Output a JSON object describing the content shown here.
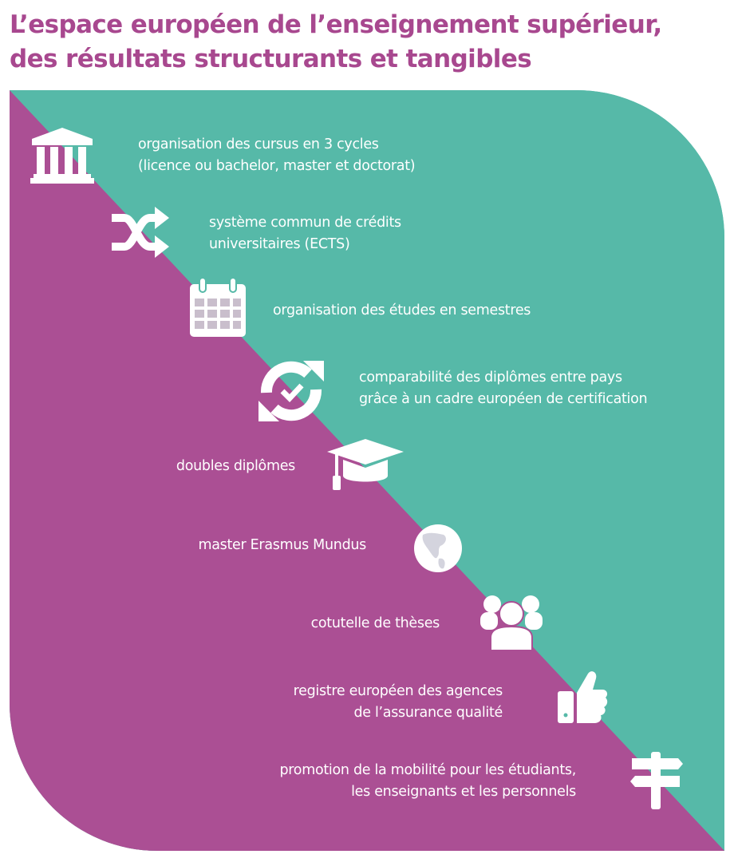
{
  "title": {
    "line1": "L’espace européen de l’enseignement supérieur,",
    "line2": "des résultats structurants et tangibles"
  },
  "colors": {
    "title": "#a8488f",
    "purple": "#ab4f94",
    "teal": "#56b9a8",
    "text": "#ffffff"
  },
  "items": [
    {
      "icon": "university-building-icon",
      "line1": "organisation des cursus en 3 cycles",
      "line2": "(licence ou bachelor, master et doctorat)"
    },
    {
      "icon": "shuffle-arrows-icon",
      "line1": "système commun de crédits",
      "line2": "universitaires (ECTS)"
    },
    {
      "icon": "calendar-icon",
      "line1": "organisation des études en semestres"
    },
    {
      "icon": "sync-check-icon",
      "line1": "comparabilité des diplômes entre pays",
      "line2": "grâce à un cadre européen de certification"
    },
    {
      "icon": "graduation-cap-icon",
      "line1": "doubles diplômes"
    },
    {
      "icon": "globe-icon",
      "line1": "master Erasmus Mundus"
    },
    {
      "icon": "people-group-icon",
      "line1": "cotutelle de thèses"
    },
    {
      "icon": "thumbs-up-icon",
      "line1": "registre européen des agences",
      "line2": "de l’assurance qualité"
    },
    {
      "icon": "signpost-icon",
      "line1": "promotion de la mobilité pour les étudiants,",
      "line2": "les enseignants et les personnels"
    }
  ]
}
